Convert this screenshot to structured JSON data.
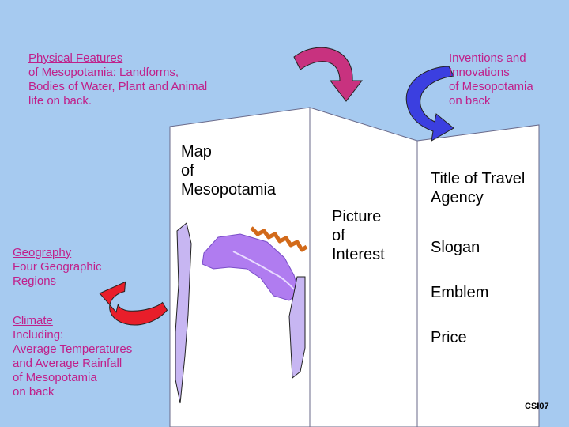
{
  "top_left_note": {
    "line1": "Physical Features",
    "line2": "of Mesopotamia: Landforms,",
    "line3": "Bodies of Water, Plant and Animal",
    "line4": "life on back."
  },
  "top_right_note": {
    "line1": "Inventions and",
    "line2": "Innovations",
    "line3": "of Mesopotamia",
    "line4": "on back"
  },
  "panel_left": {
    "line1": "Map",
    "line2": "of",
    "line3": "Mesopotamia"
  },
  "panel_center": {
    "line1": "Picture",
    "line2": "of",
    "line3": "Interest"
  },
  "panel_right": {
    "title_line1": "Title of Travel",
    "title_line2": "Agency",
    "slogan": "Slogan",
    "emblem": "Emblem",
    "price": "Price"
  },
  "geography_note": {
    "line1": "Geography",
    "line2": "Four Geographic",
    "line3": "Regions"
  },
  "climate_note": {
    "line1": "Climate",
    "line2": "Including:",
    "line3": "Average Temperatures",
    "line4": "and Average Rainfall",
    "line5": "of Mesopotamia",
    "line6": "on back"
  },
  "credit": "CSI07",
  "colors": {
    "background": "#a6caf0",
    "brochure": "#ffffff",
    "note_text": "#c01f8a",
    "arrow_magenta": "#c8327f",
    "arrow_blue": "#3b3fe0",
    "arrow_red": "#e81e2a",
    "map_land": "#b07cf0",
    "river_band": "#d26a1a",
    "mountain_strip": "#c7b6f2"
  }
}
